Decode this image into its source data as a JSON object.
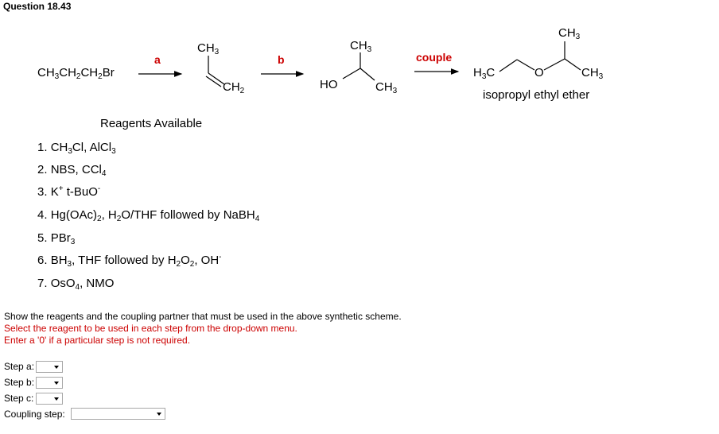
{
  "question": {
    "title": "Question 18.43"
  },
  "scheme": {
    "start": [
      "CH",
      "3",
      "CH",
      "2",
      "CH",
      "2",
      "Br"
    ],
    "arrow_a_label": "a",
    "arrow_b_label": "b",
    "arrow_couple_label": "couple",
    "alkene": {
      "ch3": [
        "CH",
        "3"
      ],
      "ch2": [
        "CH",
        "2"
      ]
    },
    "alcohol": {
      "ch3_top": [
        "CH",
        "3"
      ],
      "ho": "HO",
      "ch3_right": [
        "CH",
        "3"
      ]
    },
    "ether": {
      "ch3_top": [
        "CH",
        "3"
      ],
      "h3c": [
        "H",
        "3",
        "C"
      ],
      "o": "O",
      "ch3_right": [
        "CH",
        "3"
      ],
      "name": "isopropyl ethyl ether"
    }
  },
  "reagents": {
    "title": "Reagents Available",
    "r1": {
      "num": "1.",
      "a": "CH",
      "b": "3",
      "c": "Cl, AlCl",
      "d": "3"
    },
    "r2": {
      "num": "2.",
      "a": "NBS, CCl",
      "b": "4"
    },
    "r3": {
      "num": "3.",
      "a": "K",
      "b": "+",
      "c": " t-BuO",
      "d": "-"
    },
    "r4": {
      "num": "4.",
      "a": "Hg(OAc)",
      "b": "2",
      "c": ", H",
      "d": "2",
      "e": "O/THF followed by NaBH",
      "f": "4"
    },
    "r5": {
      "num": "5.",
      "a": "PBr",
      "b": "3"
    },
    "r6": {
      "num": "6.",
      "a": "BH",
      "b": "3",
      "c": ", THF followed by H",
      "d": "2",
      "e": "O",
      "f": "2",
      "g": ", OH",
      "h": "-"
    },
    "r7": {
      "num": "7.",
      "a": "OsO",
      "b": "4",
      "c": ", NMO"
    }
  },
  "instructions": {
    "line1": "Show the reagents and the coupling partner that must be used in the above synthetic scheme.",
    "line2": "Select the reagent to be used in each step from the drop-down menu.",
    "line3": "Enter a '0' if a particular step is not required."
  },
  "form": {
    "step_a_label": "Step a:",
    "step_b_label": "Step b:",
    "step_c_label": "Step c:",
    "coupling_label": "Coupling step:",
    "step_a_value": "",
    "step_b_value": "",
    "step_c_value": "",
    "coupling_value": ""
  }
}
